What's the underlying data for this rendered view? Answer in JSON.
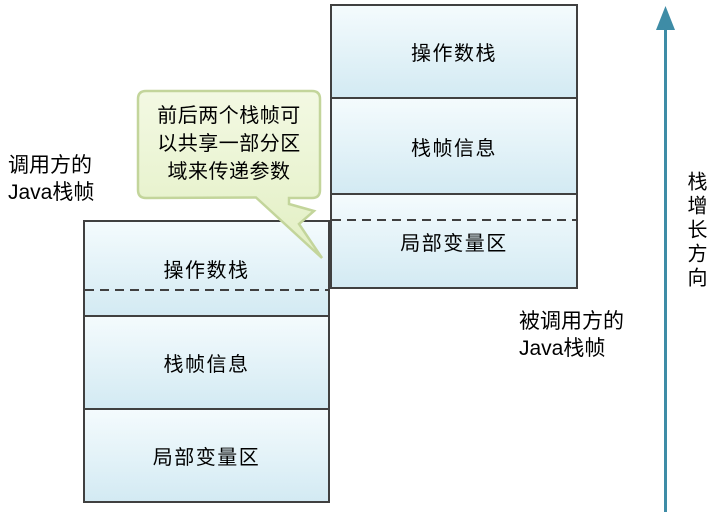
{
  "colors": {
    "box_border": "#404040",
    "box_fill_top": "#f4fbfd",
    "box_fill_bottom": "#d3eaf3",
    "dash_color": "#404040",
    "callout_fill_top": "#f3f9e3",
    "callout_fill_bottom": "#e2efc3",
    "callout_border": "#c3d59b",
    "arrow_color": "#3e8ca6",
    "text_color": "#000000"
  },
  "caller_frame": {
    "label_line1": "调用方的",
    "label_line2": "Java栈帧",
    "sections": [
      {
        "label": "操作数栈"
      },
      {
        "label": "栈帧信息"
      },
      {
        "label": "局部变量区"
      }
    ]
  },
  "callee_frame": {
    "label_line1": "被调用方的",
    "label_line2": "Java栈帧",
    "sections": [
      {
        "label": "操作数栈"
      },
      {
        "label": "栈帧信息"
      },
      {
        "label": "局部变量区"
      }
    ]
  },
  "callout": {
    "lines": [
      "前后两个栈帧可",
      "以共享一部分区",
      "域来传递参数"
    ]
  },
  "growth_arrow": {
    "label": "栈增长方向"
  }
}
